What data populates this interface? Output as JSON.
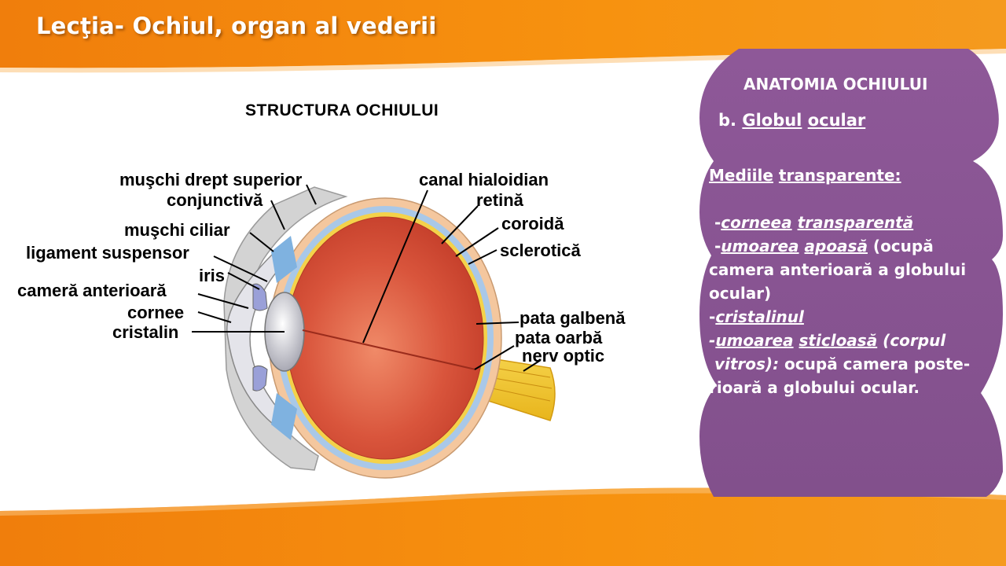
{
  "slide_title": "Lecţia- Ochiul, organ al vederii",
  "diagram_title": "STRUCTURA  OCHIULUI",
  "colors": {
    "orange": "#f5890f",
    "purple": "#8b5493",
    "eyeball": "#d9503a"
  },
  "labels": {
    "muschi_drept": "muşchi drept superior",
    "conjunctiva": "conjunctivă",
    "muschi_ciliar": "muşchi ciliar",
    "ligament": "ligament suspensor",
    "iris": "iris",
    "camera_anterioara": "cameră anterioară",
    "cornee": "cornee",
    "cristalin": "cristalin",
    "canal": "canal hialoidian",
    "retina": "retină",
    "coroida": "coroidă",
    "sclerotica": "sclerotică",
    "pata_galbena": "pata galbenă",
    "pata_oarba": "pata oarbă",
    "nerv_optic": "nerv optic"
  },
  "panel": {
    "title": "ANATOMIA OCHIULUI",
    "sub_prefix": "b.",
    "sub_w1": "Globul",
    "sub_w2": "ocular",
    "head_w1": "Mediile",
    "head_w2": "transparente:",
    "l1_dash": "-",
    "l1_w1": "corneea",
    "l1_w2": "transparentă",
    "l2_dash": "-",
    "l2_w1": "umoarea",
    "l2_w2": "apoasă",
    "l2_rest": "(ocupă",
    "l3": "camera anterioară a globului",
    "l4": "ocular)",
    "l5_dash": "-",
    "l5_w1": "cristalinul",
    "l6_dash": "-",
    "l6_w1": "umoarea",
    "l6_w2": "sticloasă",
    "l6_rest": "(corpul",
    "l7_it": "vitros):",
    "l7_rest": "ocupă camera poste-",
    "l8": "rioară a globului ocular."
  }
}
